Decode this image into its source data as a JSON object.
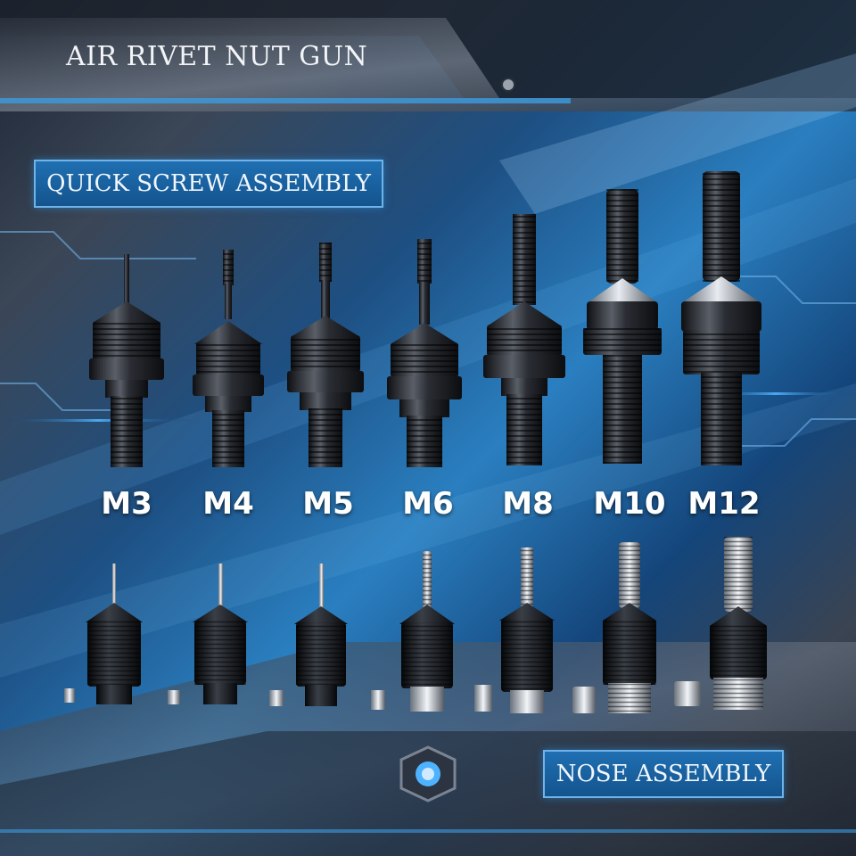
{
  "title": "AIR RIVET NUT GUN",
  "section_quick": "QUICK SCREW ASSEMBLY",
  "section_nose": "NOSE ASSEMBLY",
  "sizes": [
    "M3",
    "M4",
    "M5",
    "M6",
    "M8",
    "M10",
    "M12"
  ],
  "colors": {
    "accent_blue": "#1f6fb2",
    "box_border": "#6fb3e8",
    "text_white": "#ffffff",
    "metal_dark": "#1a1c20"
  }
}
